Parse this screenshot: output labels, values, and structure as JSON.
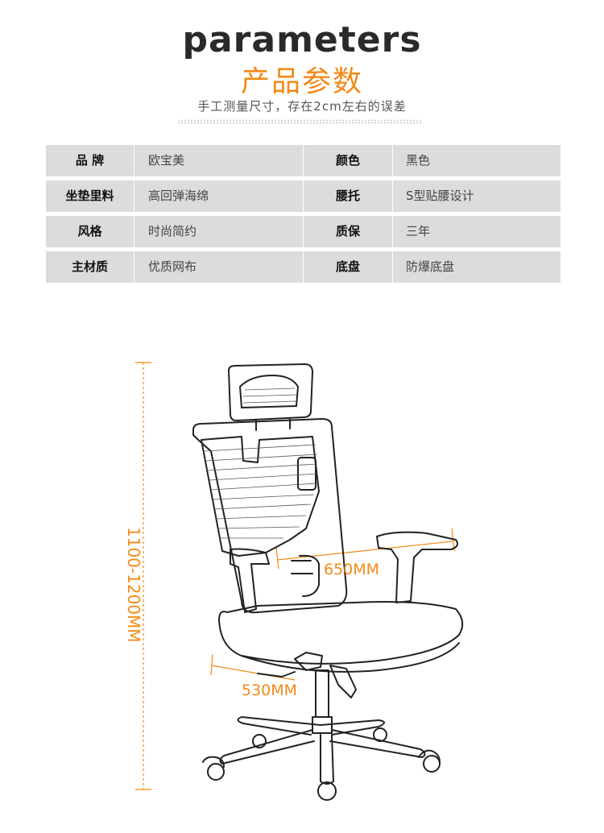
{
  "header": {
    "title_en": "parameters",
    "title_cn": "产品参数",
    "subtitle": "手工测量尺寸，存在2cm左右的误差"
  },
  "specs": [
    {
      "k1": "品 牌",
      "v1": "欧宝美",
      "k2": "颜色",
      "v2": "黑色"
    },
    {
      "k1": "坐垫里料",
      "v1": "高回弹海绵",
      "k2": "腰托",
      "v2": "S型贴腰设计"
    },
    {
      "k1": "风格",
      "v1": "时尚简约",
      "k2": "质保",
      "v2": "三年"
    },
    {
      "k1": "主材质",
      "v1": "优质网布",
      "k2": "底盘",
      "v2": "防爆底盘"
    }
  ],
  "dimensions": {
    "height": "1100-1200MM",
    "width": "650MM",
    "depth": "530MM"
  },
  "colors": {
    "accent": "#f28a18",
    "cell": "#dcdcdc"
  }
}
